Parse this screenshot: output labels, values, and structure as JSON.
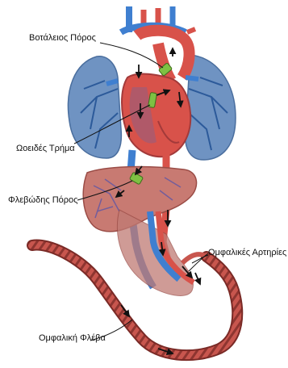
{
  "labels": {
    "ductus_arteriosus": "Βοτάλειος Πόρος",
    "foramen_ovale": "Ωοειδές Τρήμα",
    "ductus_venosus": "Φλεβώδης Πόρος",
    "umbilical_arteries": "Ομφαλικές Αρτηρίες",
    "umbilical_vein": "Ομφαλική Φλέβα"
  },
  "colors": {
    "lung_blue": "#6f93c2",
    "lung_vessel": "#2c5a9a",
    "heart_red": "#d8524a",
    "heart_dark": "#a33a3a",
    "vein_blue": "#3f7fd0",
    "liver": "#c87a72",
    "liver_vessel": "#6a5aa0",
    "shunt_green": "#7ec143",
    "cord_red": "#c0504a",
    "cord_dark": "#7a2a26"
  }
}
